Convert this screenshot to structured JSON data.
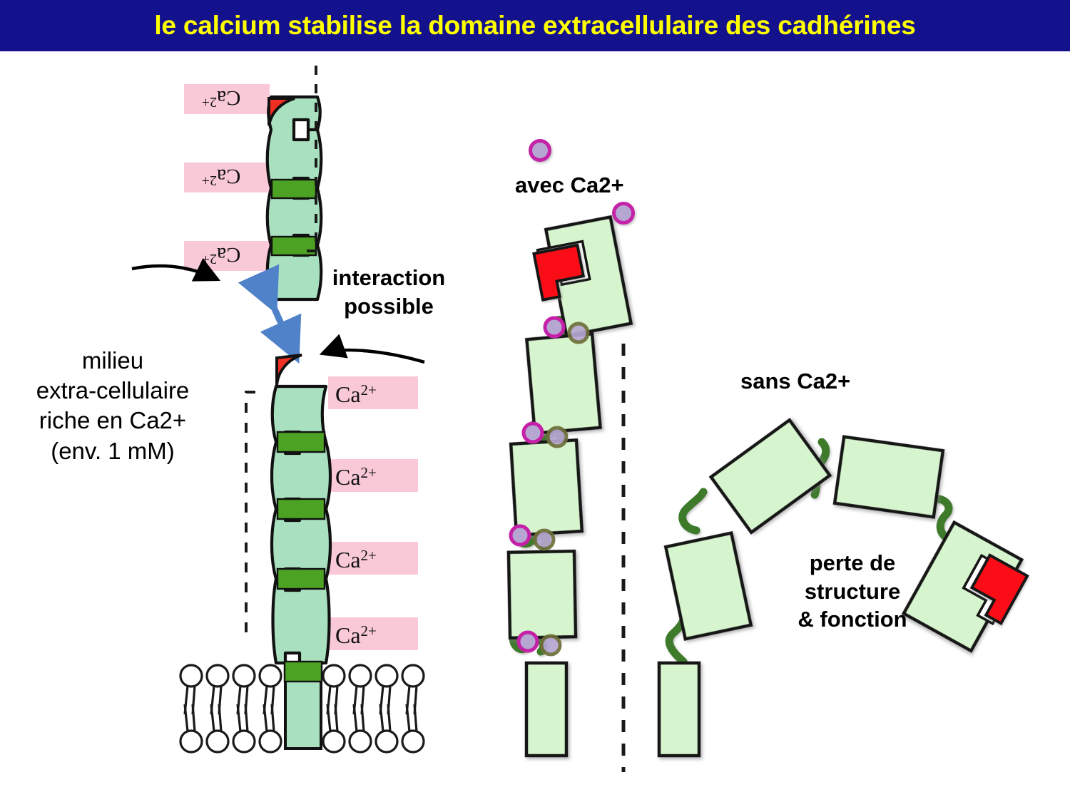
{
  "slide": {
    "title": "le calcium stabilise la domaine extracellulaire des cadhérines",
    "title_bg": "#14118C",
    "title_color": "#FFFF00",
    "background": "#FFFFFF"
  },
  "labels": {
    "milieu": "milieu\nextra-cellulaire\nriche en Ca2+\n(env. 1 mM)",
    "interaction": "interaction\npossible",
    "avec_ca": "avec Ca2+",
    "sans_ca": "sans Ca2+",
    "perte": "perte de\nstructure\n& fonction"
  },
  "left_panel": {
    "ca_labels_lower": [
      "Ca2+",
      "Ca2+",
      "Ca2+",
      "Ca2+"
    ],
    "ca_labels_upper": [
      "Ca2+",
      "Ca2+",
      "Ca2+"
    ],
    "ca_label_bg": "#FAC9D8",
    "ca_label_color": "#111111",
    "protein_fill": "#A8E0C0",
    "protein_band": "#4CA223",
    "protein_tip": "#F03022",
    "arrow_color": "#4F82C8",
    "membrane_head_stroke": "#1A1A1A"
  },
  "right_panel": {
    "domain_fill": "#D6F5CE",
    "domain_stroke": "#141414",
    "linker_color": "#3C7A2A",
    "ion_ring": "#C520A8",
    "ion_fill": "#B6A6D2",
    "adhesion_arm": "#FA0A12",
    "membrane_line": "#4D7EBF",
    "divider": "#1A1A1A",
    "with_ca_domain_count": 5,
    "with_ca_linker_ion_pairs": 4,
    "without_ca_domain_count": 5,
    "without_ca_linker_ion_pairs": 0
  }
}
